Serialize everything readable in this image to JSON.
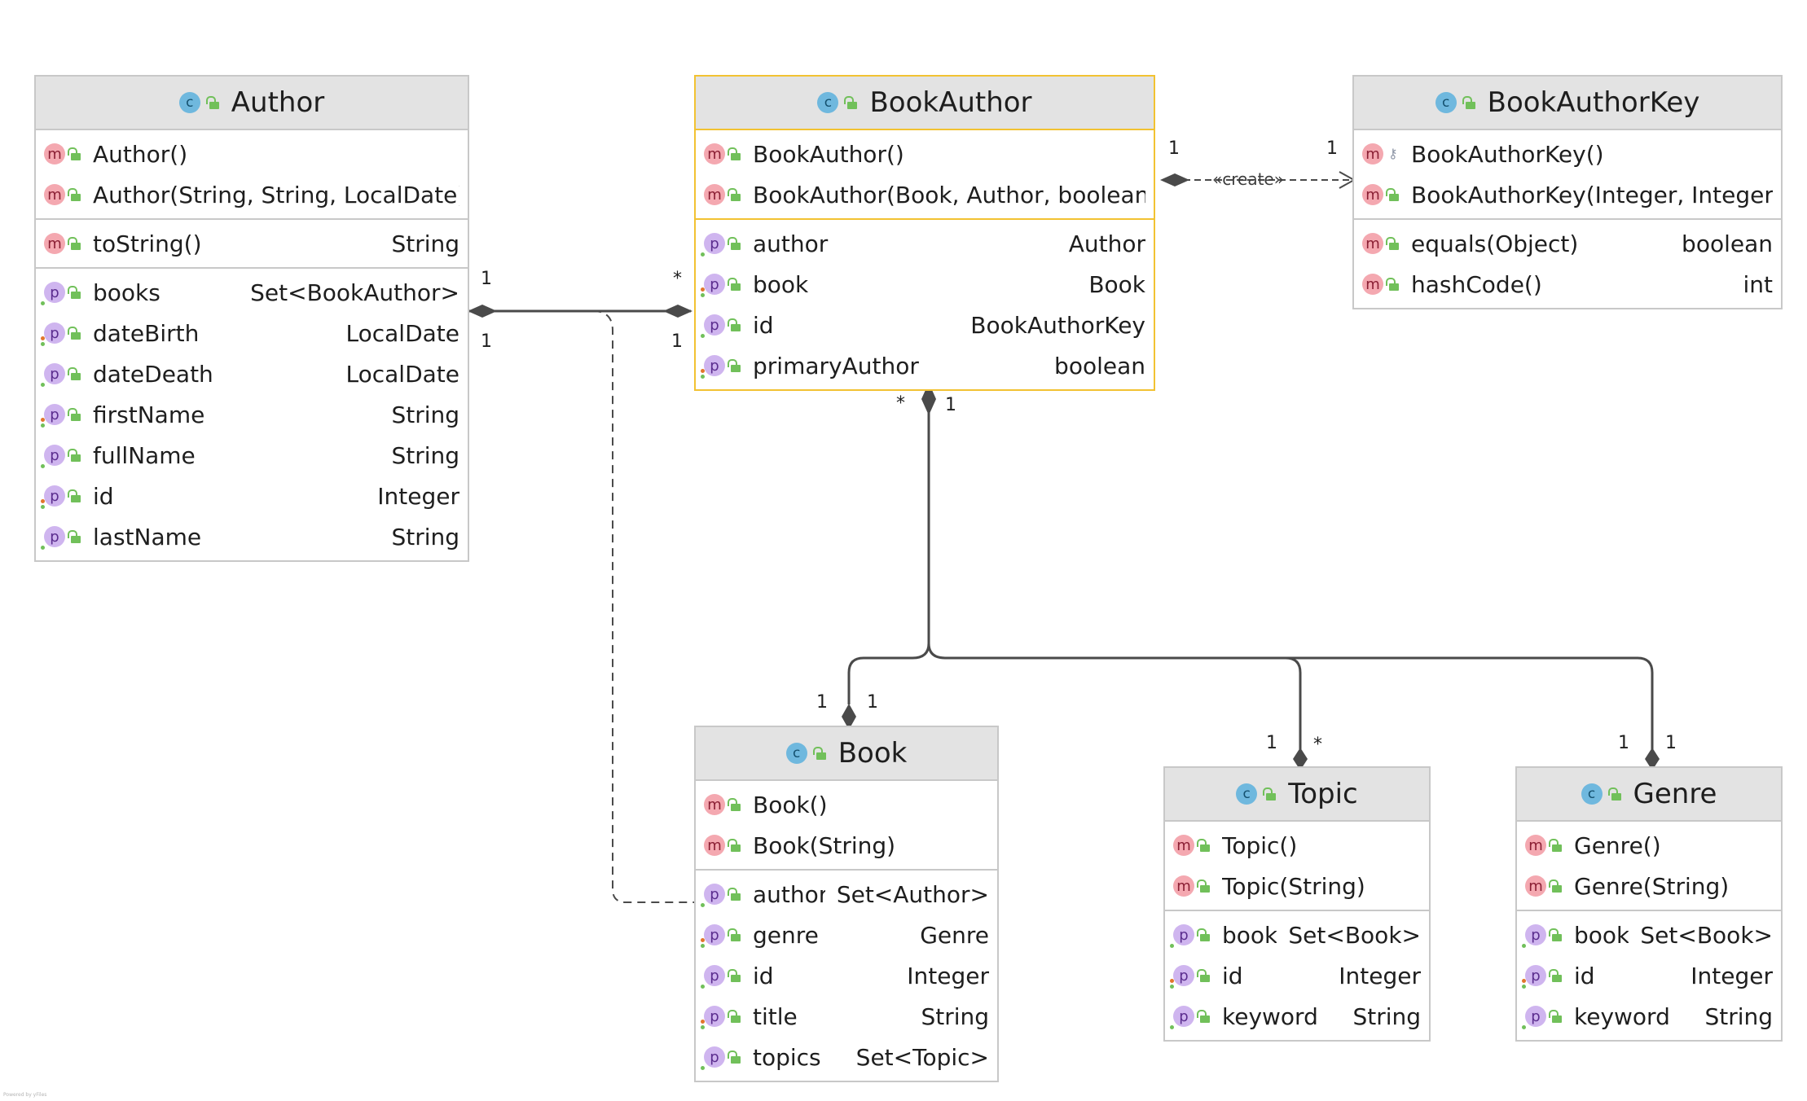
{
  "classes": {
    "author": {
      "name": "Author",
      "constructors": [
        "Author()",
        "Author(String, String, LocalDate)"
      ],
      "methods": [
        {
          "name": "toString()",
          "type": "String"
        }
      ],
      "fields": [
        {
          "name": "books",
          "type": "Set<BookAuthor>"
        },
        {
          "name": "dateBirth",
          "type": "LocalDate"
        },
        {
          "name": "dateDeath",
          "type": "LocalDate"
        },
        {
          "name": "firstName",
          "type": "String"
        },
        {
          "name": "fullName",
          "type": "String"
        },
        {
          "name": "id",
          "type": "Integer"
        },
        {
          "name": "lastName",
          "type": "String"
        }
      ]
    },
    "bookauthor": {
      "name": "BookAuthor",
      "constructors": [
        "BookAuthor()",
        "BookAuthor(Book, Author, boolean)"
      ],
      "fields": [
        {
          "name": "author",
          "type": "Author"
        },
        {
          "name": "book",
          "type": "Book"
        },
        {
          "name": "id",
          "type": "BookAuthorKey"
        },
        {
          "name": "primaryAuthor",
          "type": "boolean"
        }
      ]
    },
    "bookauthorkey": {
      "name": "BookAuthorKey",
      "constructors": [
        "BookAuthorKey()",
        "BookAuthorKey(Integer, Integer)"
      ],
      "methods": [
        {
          "name": "equals(Object)",
          "type": "boolean"
        },
        {
          "name": "hashCode()",
          "type": "int"
        }
      ]
    },
    "book": {
      "name": "Book",
      "constructors": [
        "Book()",
        "Book(String)"
      ],
      "fields": [
        {
          "name": "authors",
          "type": "Set<Author>"
        },
        {
          "name": "genre",
          "type": "Genre"
        },
        {
          "name": "id",
          "type": "Integer"
        },
        {
          "name": "title",
          "type": "String"
        },
        {
          "name": "topics",
          "type": "Set<Topic>"
        }
      ]
    },
    "topic": {
      "name": "Topic",
      "constructors": [
        "Topic()",
        "Topic(String)"
      ],
      "fields": [
        {
          "name": "books",
          "type": "Set<Book>"
        },
        {
          "name": "id",
          "type": "Integer"
        },
        {
          "name": "keyword",
          "type": "String"
        }
      ]
    },
    "genre": {
      "name": "Genre",
      "constructors": [
        "Genre()",
        "Genre(String)"
      ],
      "fields": [
        {
          "name": "books",
          "type": "Set<Book>"
        },
        {
          "name": "id",
          "type": "Integer"
        },
        {
          "name": "keyword",
          "type": "String"
        }
      ]
    }
  },
  "icons": {
    "class": "c",
    "method": "m",
    "property": "p"
  },
  "multiplicities": {
    "author_bookauthor_top_left": "1",
    "author_bookauthor_bottom_left": "1",
    "author_bookauthor_top_right": "*",
    "author_bookauthor_bottom_right": "1",
    "bookauthor_key_left": "1",
    "bookauthor_key_right": "1",
    "bookauthor_bottom_star": "*",
    "bookauthor_bottom_one": "1",
    "book_top_left": "1",
    "book_top_right": "1",
    "topic_top_left": "1",
    "topic_top_right": "*",
    "genre_top_left": "1",
    "genre_top_right": "1"
  },
  "stereotype": "«create»",
  "watermark": "Powered by yFiles",
  "colors": {
    "header_bg": "#e3e3e3",
    "selected_border": "#f2c232",
    "class_icon": "#6fb8de",
    "method_icon": "#f4a8b0",
    "property_icon": "#cfb5ef",
    "access_green": "#71c05a",
    "edge": "#4a4a4a"
  }
}
